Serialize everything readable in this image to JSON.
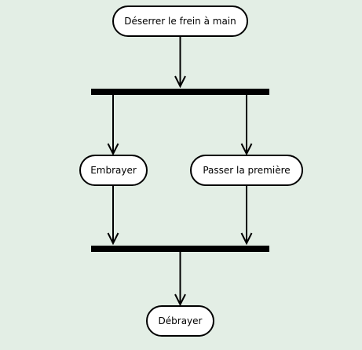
{
  "diagram": {
    "background": "#e3eee5",
    "node_fill": "#ffffff",
    "line_color": "#000000",
    "nodes": {
      "start_action": "Déserrer le frein à main",
      "action_left": "Embrayer",
      "action_right": "Passer la première",
      "end_action": "Débrayer"
    }
  }
}
